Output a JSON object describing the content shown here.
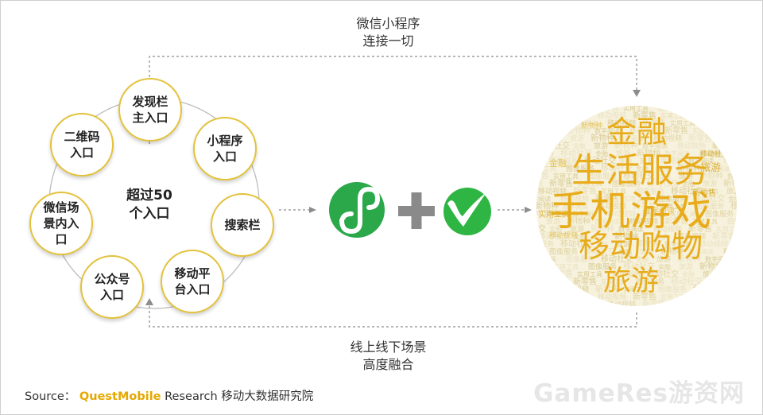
{
  "top_caption": [
    "微信小程序",
    "连接一切"
  ],
  "bottom_caption": [
    "线上线下场景",
    "高度融合"
  ],
  "center_label": [
    "超过50",
    "个入口"
  ],
  "entries": [
    {
      "lines": [
        "发现栏",
        "主入口"
      ]
    },
    {
      "lines": [
        "小程序",
        "入口"
      ]
    },
    {
      "lines": [
        "搜索栏"
      ]
    },
    {
      "lines": [
        "移动平",
        "台入口"
      ]
    },
    {
      "lines": [
        "公众号",
        "入口"
      ]
    },
    {
      "lines": [
        "微信场",
        "景内入",
        "口"
      ]
    },
    {
      "lines": [
        "二维码",
        "入口"
      ]
    }
  ],
  "icons": {
    "miniprogram": "mini-program-icon",
    "plus": "plus-icon",
    "wechat": "wechat-icon"
  },
  "wordcloud": {
    "big_words": [
      "金融",
      "生活服务",
      "手机游戏",
      "移动购物",
      "旅游"
    ],
    "small_words": [
      "数字阅读",
      "移动视频",
      "新零售",
      "实用工具",
      "图像服务",
      "移动社交",
      "金融",
      "旅游",
      "新物种"
    ]
  },
  "source": {
    "prefix": "Source：",
    "brand": "QuestMobile",
    "rest": " Research 移动大数据研究院"
  },
  "watermark": "GameRes游资网",
  "colors": {
    "node_border": "#e3c23a",
    "miniprogram_green": "#2aa84a",
    "wechat_green": "#2fb544",
    "plus_gray": "#8a8a8a",
    "word_gold": "#e8ac1a",
    "watermark": "#e6e6e6"
  }
}
